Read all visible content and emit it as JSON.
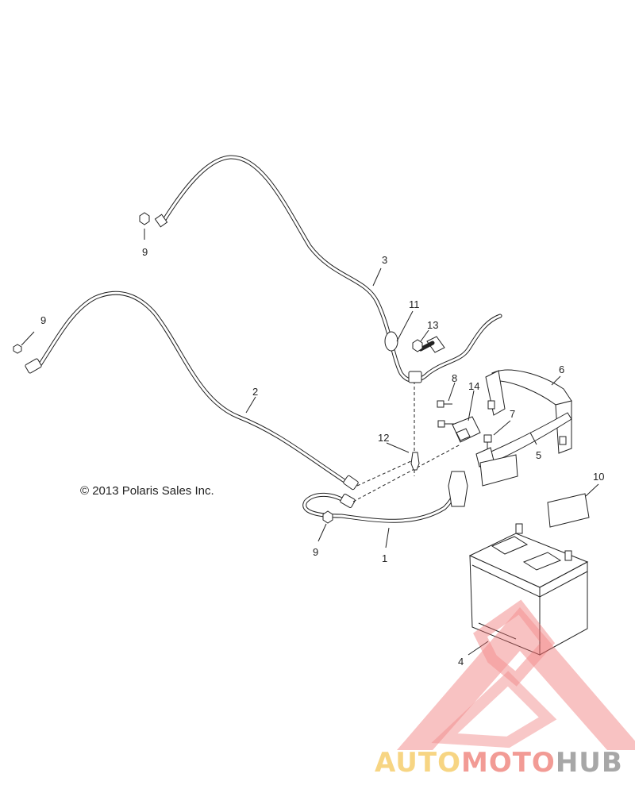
{
  "copyright": "© 2013 Polaris Sales Inc.",
  "callouts": [
    {
      "id": "3",
      "text": "3"
    },
    {
      "id": "9a",
      "text": "9"
    },
    {
      "id": "9b",
      "text": "9"
    },
    {
      "id": "9c",
      "text": "9"
    },
    {
      "id": "2",
      "text": "2"
    },
    {
      "id": "11",
      "text": "11"
    },
    {
      "id": "13",
      "text": "13"
    },
    {
      "id": "8",
      "text": "8"
    },
    {
      "id": "14",
      "text": "14"
    },
    {
      "id": "6",
      "text": "6"
    },
    {
      "id": "7",
      "text": "7"
    },
    {
      "id": "5",
      "text": "5"
    },
    {
      "id": "12",
      "text": "12"
    },
    {
      "id": "10",
      "text": "10"
    },
    {
      "id": "1",
      "text": "1"
    },
    {
      "id": "4",
      "text": "4"
    }
  ],
  "watermark": {
    "part1": "AUTO",
    "part2": "MOTO",
    "part3": "HUB",
    "colors": {
      "auto": "#f5c85a",
      "moto": "#ee7a72",
      "hub": "#8a8a8a",
      "triangle": "#ee6b6b"
    }
  }
}
